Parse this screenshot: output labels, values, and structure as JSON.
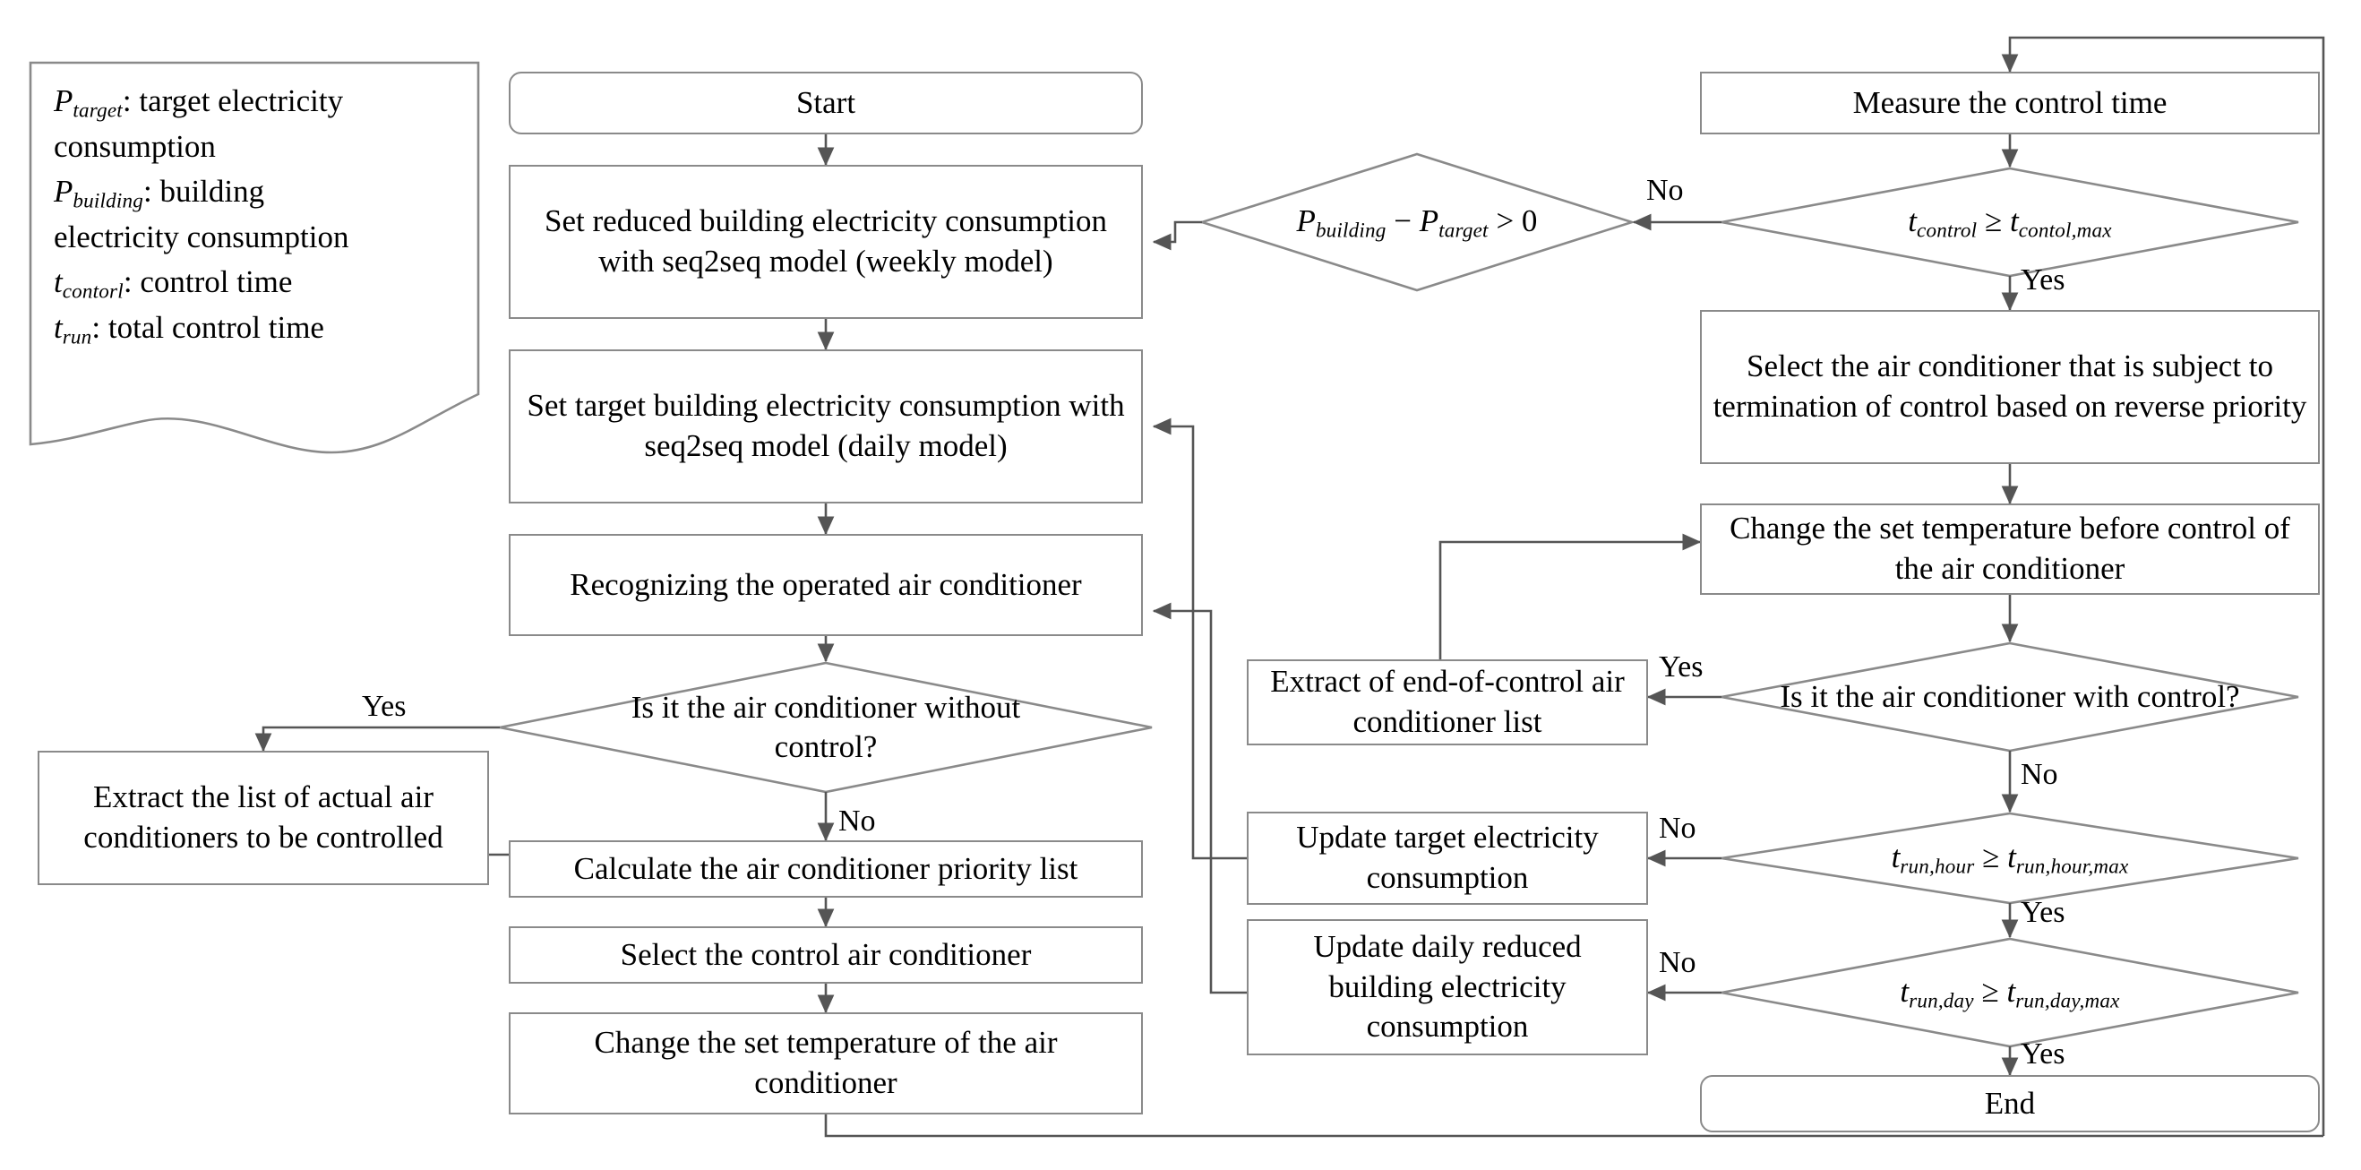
{
  "diagram": {
    "title": "Air conditioner demand-response control flowchart",
    "stroke_color": "#8a8a8a",
    "arrow_color": "#555555",
    "background": "#ffffff"
  },
  "legend": {
    "name": "symbol-legend-note",
    "lines": [
      {
        "symbol": "P",
        "subscript": "target",
        "text": ": target electricity"
      },
      {
        "symbol": "",
        "subscript": "",
        "text": "consumption"
      },
      {
        "symbol": "P",
        "subscript": "building",
        "text": ": building"
      },
      {
        "symbol": "",
        "subscript": "",
        "text": "electricity consumption"
      },
      {
        "symbol": "t",
        "subscript": "contorl",
        "text": ": control time"
      },
      {
        "symbol": "t",
        "subscript": "run",
        "text": ": total control time"
      }
    ]
  },
  "nodes": {
    "start": {
      "label": "Start",
      "shape": "terminator"
    },
    "set_reduced": {
      "label": "Set reduced building electricity consumption with seq2seq model (weekly model)",
      "shape": "process"
    },
    "set_target": {
      "label": "Set target building electricity consumption with seq2seq model (daily model)",
      "shape": "process"
    },
    "recognizing": {
      "label": "Recognizing the operated air conditioner",
      "shape": "process"
    },
    "d_without_control": {
      "label": "Is it the air conditioner without control?",
      "shape": "decision"
    },
    "extract_actual": {
      "label": "Extract the list of actual air conditioners to be controlled",
      "shape": "process"
    },
    "calculate_priority": {
      "label": "Calculate the air conditioner priority list",
      "shape": "process"
    },
    "select_control_ac": {
      "label": "Select the control air conditioner",
      "shape": "process"
    },
    "change_set_temp": {
      "label": "Change the set temperature of the air conditioner",
      "shape": "process"
    },
    "d_pbuilding": {
      "label": "P_building − P_target > 0",
      "shape": "decision"
    },
    "measure_time": {
      "label": "Measure the control time",
      "shape": "process"
    },
    "d_tcontrol": {
      "label": "t_control ≥ t_contol,max",
      "shape": "decision"
    },
    "select_terminate": {
      "label": "Select the air conditioner that is subject to termination of control based on reverse priority",
      "shape": "process"
    },
    "change_before": {
      "label": "Change the set temperature before control of the air conditioner",
      "shape": "process"
    },
    "d_with_control": {
      "label": "Is it the air conditioner with control?",
      "shape": "decision"
    },
    "extract_end": {
      "label": "Extract of end-of-control air conditioner list",
      "shape": "process"
    },
    "d_trun_hour": {
      "label": "t_run,hour ≥ t_run,hour,max",
      "shape": "decision"
    },
    "update_target": {
      "label": "Update target electricity consumption",
      "shape": "process"
    },
    "d_trun_day": {
      "label": "t_run,day ≥ t_run,day,max",
      "shape": "decision"
    },
    "update_daily": {
      "label": "Update daily reduced building electricity consumption",
      "shape": "process"
    },
    "end": {
      "label": "End",
      "shape": "terminator"
    }
  },
  "branch_labels": {
    "without_control_yes": "Yes",
    "without_control_no": "No",
    "pbuilding_no": "No",
    "tcontrol_yes": "Yes",
    "with_control_yes": "Yes",
    "with_control_no": "No",
    "trun_hour_no": "No",
    "trun_hour_yes": "Yes",
    "trun_day_no": "No",
    "trun_day_yes": "Yes"
  },
  "math": {
    "d_pbuilding": {
      "left_sym": "P",
      "left_sub": "building",
      "op1": " − ",
      "right_sym": "P",
      "right_sub": "target",
      "tail": " > 0"
    },
    "d_tcontrol": {
      "left_sym": "t",
      "left_sub": "control",
      "op1": " ≥ ",
      "right_sym": "t",
      "right_sub": "contol,max",
      "tail": ""
    },
    "d_trun_hour": {
      "left_sym": "t",
      "left_sub": "run,hour",
      "op1": " ≥ ",
      "right_sym": "t",
      "right_sub": "run,hour,max",
      "tail": ""
    },
    "d_trun_day": {
      "left_sym": "t",
      "left_sub": "run,day",
      "op1": " ≥ ",
      "right_sym": "t",
      "right_sub": "run,day,max",
      "tail": ""
    }
  }
}
